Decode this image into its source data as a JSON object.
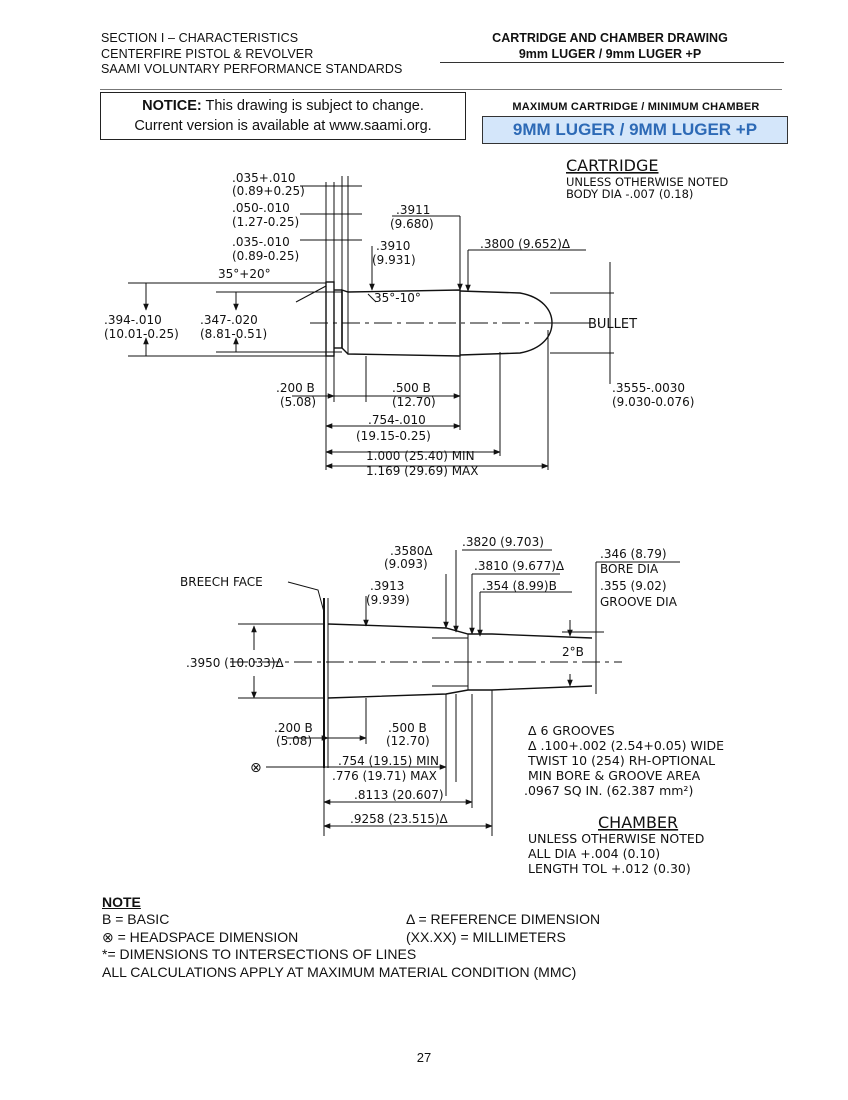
{
  "header": {
    "left_lines": [
      "SECTION I – CHARACTERISTICS",
      "CENTERFIRE PISTOL & REVOLVER",
      "SAAMI VOLUNTARY PERFORMANCE STANDARDS"
    ],
    "right_lines": [
      "CARTRIDGE AND CHAMBER DRAWING",
      "9mm LUGER / 9mm LUGER +P"
    ]
  },
  "notice": {
    "label": "NOTICE:",
    "line1": "This drawing is subject to change.",
    "line2": "Current version is available at www.saami.org."
  },
  "banner": {
    "subtitle": "MAXIMUM CARTRIDGE / MINIMUM CHAMBER",
    "title": "9MM LUGER / 9MM LUGER +P"
  },
  "cartridge": {
    "title": "CARTRIDGE",
    "notes": [
      "UNLESS OTHERWISE NOTED",
      "BODY DIA -.007 (0.18)"
    ],
    "dims": {
      "rim_thk": ".035+.010",
      "rim_thk_mm": "(0.89+0.25)",
      "extr_w": ".050-.010",
      "extr_w_mm": "(1.27-0.25)",
      "bevel": ".035-.010",
      "bevel_mm": "(0.89-0.25)",
      "angle1": "35°+20°",
      "base_dia": ".3911",
      "base_dia_mm": "(9.680)",
      "body_dia": ".3910",
      "body_dia_mm": "(9.931)",
      "mouth_dia": ".3800 (9.652)Δ",
      "angle2": "35°-10°",
      "rim_dia": ".394-.010",
      "rim_dia_mm": "(10.01-0.25)",
      "groove_dia": ".347-.020",
      "groove_dia_mm": "(8.81-0.51)",
      "bullet_label": "BULLET",
      "b200": ".200 B",
      "b200_mm": "(5.08)",
      "b500": ".500 B",
      "b500_mm": "(12.70)",
      "case_len": ".754-.010",
      "case_len_mm": "(19.15-0.25)",
      "bullet_dia": ".3555-.0030",
      "bullet_dia_mm": "(9.030-0.076)",
      "oal_min": "1.000 (25.40) MIN",
      "oal_max": "1.169 (29.69) MAX"
    }
  },
  "chamber": {
    "title": "CHAMBER",
    "notes": [
      "UNLESS OTHERWISE NOTED",
      "ALL DIA +.004 (0.10)",
      "LENGTH TOL +.012 (0.30)"
    ],
    "dims": {
      "d3580": ".3580Δ",
      "d3580_mm": "(9.093)",
      "d3820": ".3820 (9.703)",
      "d3810": ".3810 (9.677)Δ",
      "d3913": ".3913",
      "d3913_mm": "(9.939)",
      "d354": ".354 (8.99)B",
      "bore": ".346 (8.79)",
      "bore_label": "BORE DIA",
      "groove": ".355 (9.02)",
      "groove_label": "GROOVE DIA",
      "breech": "BREECH FACE",
      "d3950": ".3950 (10.033)Δ",
      "angle": "2°B",
      "b200": ".200 B",
      "b200_mm": "(5.08)",
      "b500": ".500 B",
      "b500_mm": "(12.70)",
      "hs_min": ".754 (19.15) MIN",
      "hs_max": ".776 (19.71) MAX",
      "l8113": ".8113 (20.607)",
      "l9258": ".9258 (23.515)Δ"
    },
    "rifling": [
      "Δ 6 GROOVES",
      "Δ .100+.002 (2.54+0.05) WIDE",
      "TWIST 10 (254) RH-OPTIONAL",
      "MIN BORE & GROOVE AREA",
      ".0967 SQ IN. (62.387 mm²)"
    ]
  },
  "notes": {
    "title": "NOTE",
    "basic": "B = BASIC",
    "reference": "Δ = REFERENCE DIMENSION",
    "headspace": "⊗ = HEADSPACE DIMENSION",
    "millimeters": "(XX.XX) = MILLIMETERS",
    "intersections": "*= DIMENSIONS TO INTERSECTIONS OF LINES",
    "mmc": "ALL CALCULATIONS APPLY AT MAXIMUM MATERIAL CONDITION (MMC)"
  },
  "page_number": "27"
}
